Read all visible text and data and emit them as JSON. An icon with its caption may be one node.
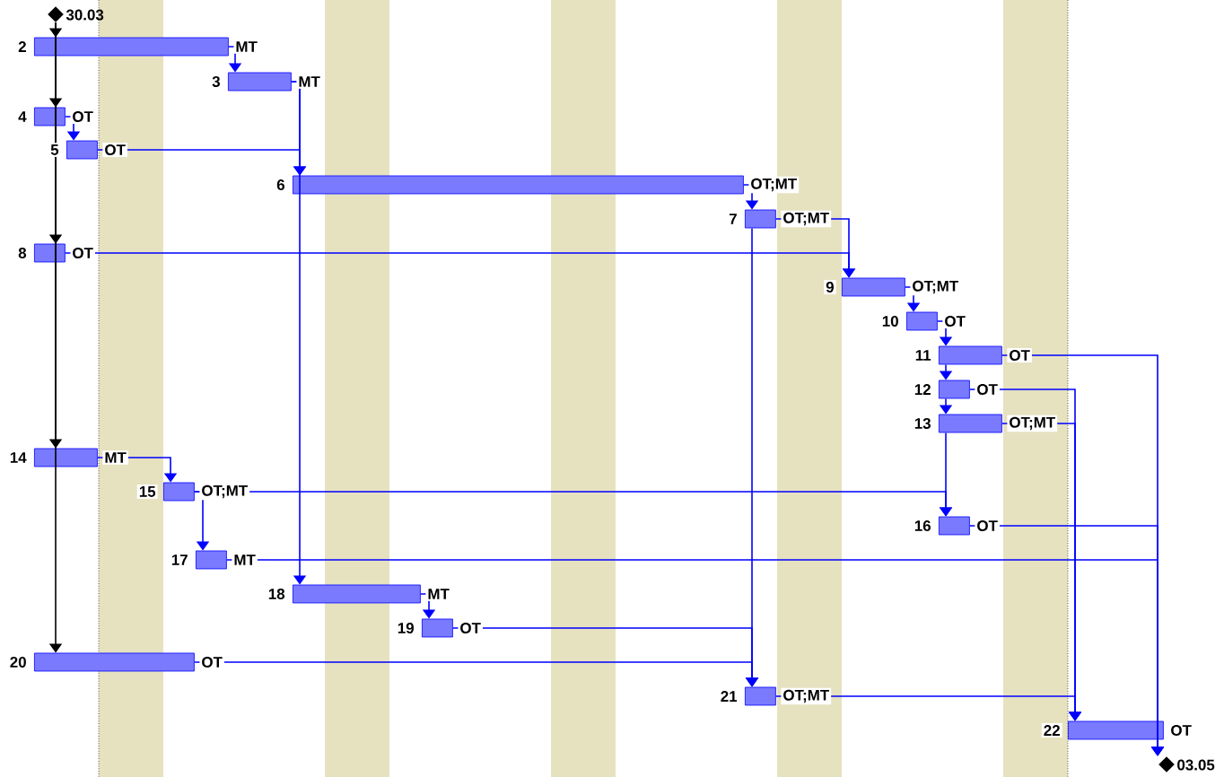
{
  "diagram": {
    "nodes": [
      {
        "text": [],
        "shape": "diamond",
        "beside": [
          "30.03"
        ]
      },
      {
        "text": [],
        "shape": "bar",
        "beside": [
          "2",
          "MT"
        ]
      },
      {
        "text": [],
        "shape": "bar",
        "beside": [
          "3",
          "MT"
        ]
      },
      {
        "text": [],
        "shape": "bar",
        "beside": [
          "4",
          "OT"
        ]
      },
      {
        "text": [],
        "shape": "bar",
        "beside": [
          "5",
          "OT"
        ]
      },
      {
        "text": [],
        "shape": "bar",
        "beside": [
          "6",
          "OT;MT"
        ]
      },
      {
        "text": [],
        "shape": "bar",
        "beside": [
          "7",
          "OT;MT"
        ]
      },
      {
        "text": [],
        "shape": "bar",
        "beside": [
          "8",
          "OT"
        ]
      },
      {
        "text": [],
        "shape": "bar",
        "beside": [
          "9",
          "OT;MT"
        ]
      },
      {
        "text": [],
        "shape": "bar",
        "beside": [
          "10",
          "OT"
        ]
      },
      {
        "text": [],
        "shape": "bar",
        "beside": [
          "11",
          "OT"
        ]
      },
      {
        "text": [],
        "shape": "bar",
        "beside": [
          "12",
          "OT"
        ]
      },
      {
        "text": [],
        "shape": "bar",
        "beside": [
          "13",
          "OT;MT"
        ]
      },
      {
        "text": [],
        "shape": "bar",
        "beside": [
          "14",
          "MT"
        ]
      },
      {
        "text": [],
        "shape": "bar",
        "beside": [
          "15",
          "OT;MT"
        ]
      },
      {
        "text": [],
        "shape": "bar",
        "beside": [
          "16",
          "OT"
        ]
      },
      {
        "text": [],
        "shape": "bar",
        "beside": [
          "17",
          "MT"
        ]
      },
      {
        "text": [],
        "shape": "bar",
        "beside": [
          "18",
          "MT"
        ]
      },
      {
        "text": [],
        "shape": "bar",
        "beside": [
          "19",
          "OT"
        ]
      },
      {
        "text": [],
        "shape": "bar",
        "beside": [
          "20",
          "OT"
        ]
      },
      {
        "text": [],
        "shape": "bar",
        "beside": [
          "21",
          "OT;MT"
        ]
      },
      {
        "text": [],
        "shape": "bar",
        "beside": [
          "22",
          "OT"
        ]
      },
      {
        "text": [],
        "shape": "diamond",
        "beside": [
          "03.05"
        ]
      }
    ],
    "edges": [
      {
        "from": 0,
        "to": 1,
        "arrow": "to",
        "color": "#000000"
      },
      {
        "from": 0,
        "to": 3,
        "arrow": "to",
        "color": "#000000"
      },
      {
        "from": 0,
        "to": 7,
        "arrow": "to",
        "color": "#000000"
      },
      {
        "from": 0,
        "to": 13,
        "arrow": "to",
        "color": "#000000"
      },
      {
        "from": 0,
        "to": 19,
        "arrow": "to",
        "color": "#000000"
      },
      {
        "from": 1,
        "to": 2,
        "arrow": "to"
      },
      {
        "from": 2,
        "to": 5,
        "arrow": "to"
      },
      {
        "from": 2,
        "to": 17,
        "arrow": "to"
      },
      {
        "from": 3,
        "to": 4,
        "arrow": "to"
      },
      {
        "from": 4,
        "to": 5,
        "arrow": "to"
      },
      {
        "from": 5,
        "to": 6,
        "arrow": "to"
      },
      {
        "from": 6,
        "to": 8,
        "arrow": "to"
      },
      {
        "from": 6,
        "to": 20,
        "arrow": "to"
      },
      {
        "from": 7,
        "to": 8,
        "arrow": "to"
      },
      {
        "from": 8,
        "to": 9,
        "arrow": "to"
      },
      {
        "from": 9,
        "to": 10,
        "arrow": "to"
      },
      {
        "from": 10,
        "to": 11,
        "arrow": "to"
      },
      {
        "from": 11,
        "to": 12,
        "arrow": "to"
      },
      {
        "from": 12,
        "to": 15,
        "arrow": "to"
      },
      {
        "from": 10,
        "to": 22,
        "arrow": "to"
      },
      {
        "from": 11,
        "to": 21,
        "arrow": "to"
      },
      {
        "from": 12,
        "to": 21,
        "arrow": "to"
      },
      {
        "from": 13,
        "to": 14,
        "arrow": "to"
      },
      {
        "from": 14,
        "to": 16,
        "arrow": "to"
      },
      {
        "from": 14,
        "to": 15,
        "arrow": "to"
      },
      {
        "from": 15,
        "to": 22,
        "arrow": "to"
      },
      {
        "from": 16,
        "to": 22,
        "arrow": "to"
      },
      {
        "from": 17,
        "to": 18,
        "arrow": "to"
      },
      {
        "from": 18,
        "to": 20,
        "arrow": "to"
      },
      {
        "from": 19,
        "to": 20,
        "arrow": "to"
      },
      {
        "from": 20,
        "to": 21,
        "arrow": "to"
      },
      {
        "from": 21,
        "to": 22,
        "arrow": "to"
      }
    ]
  }
}
